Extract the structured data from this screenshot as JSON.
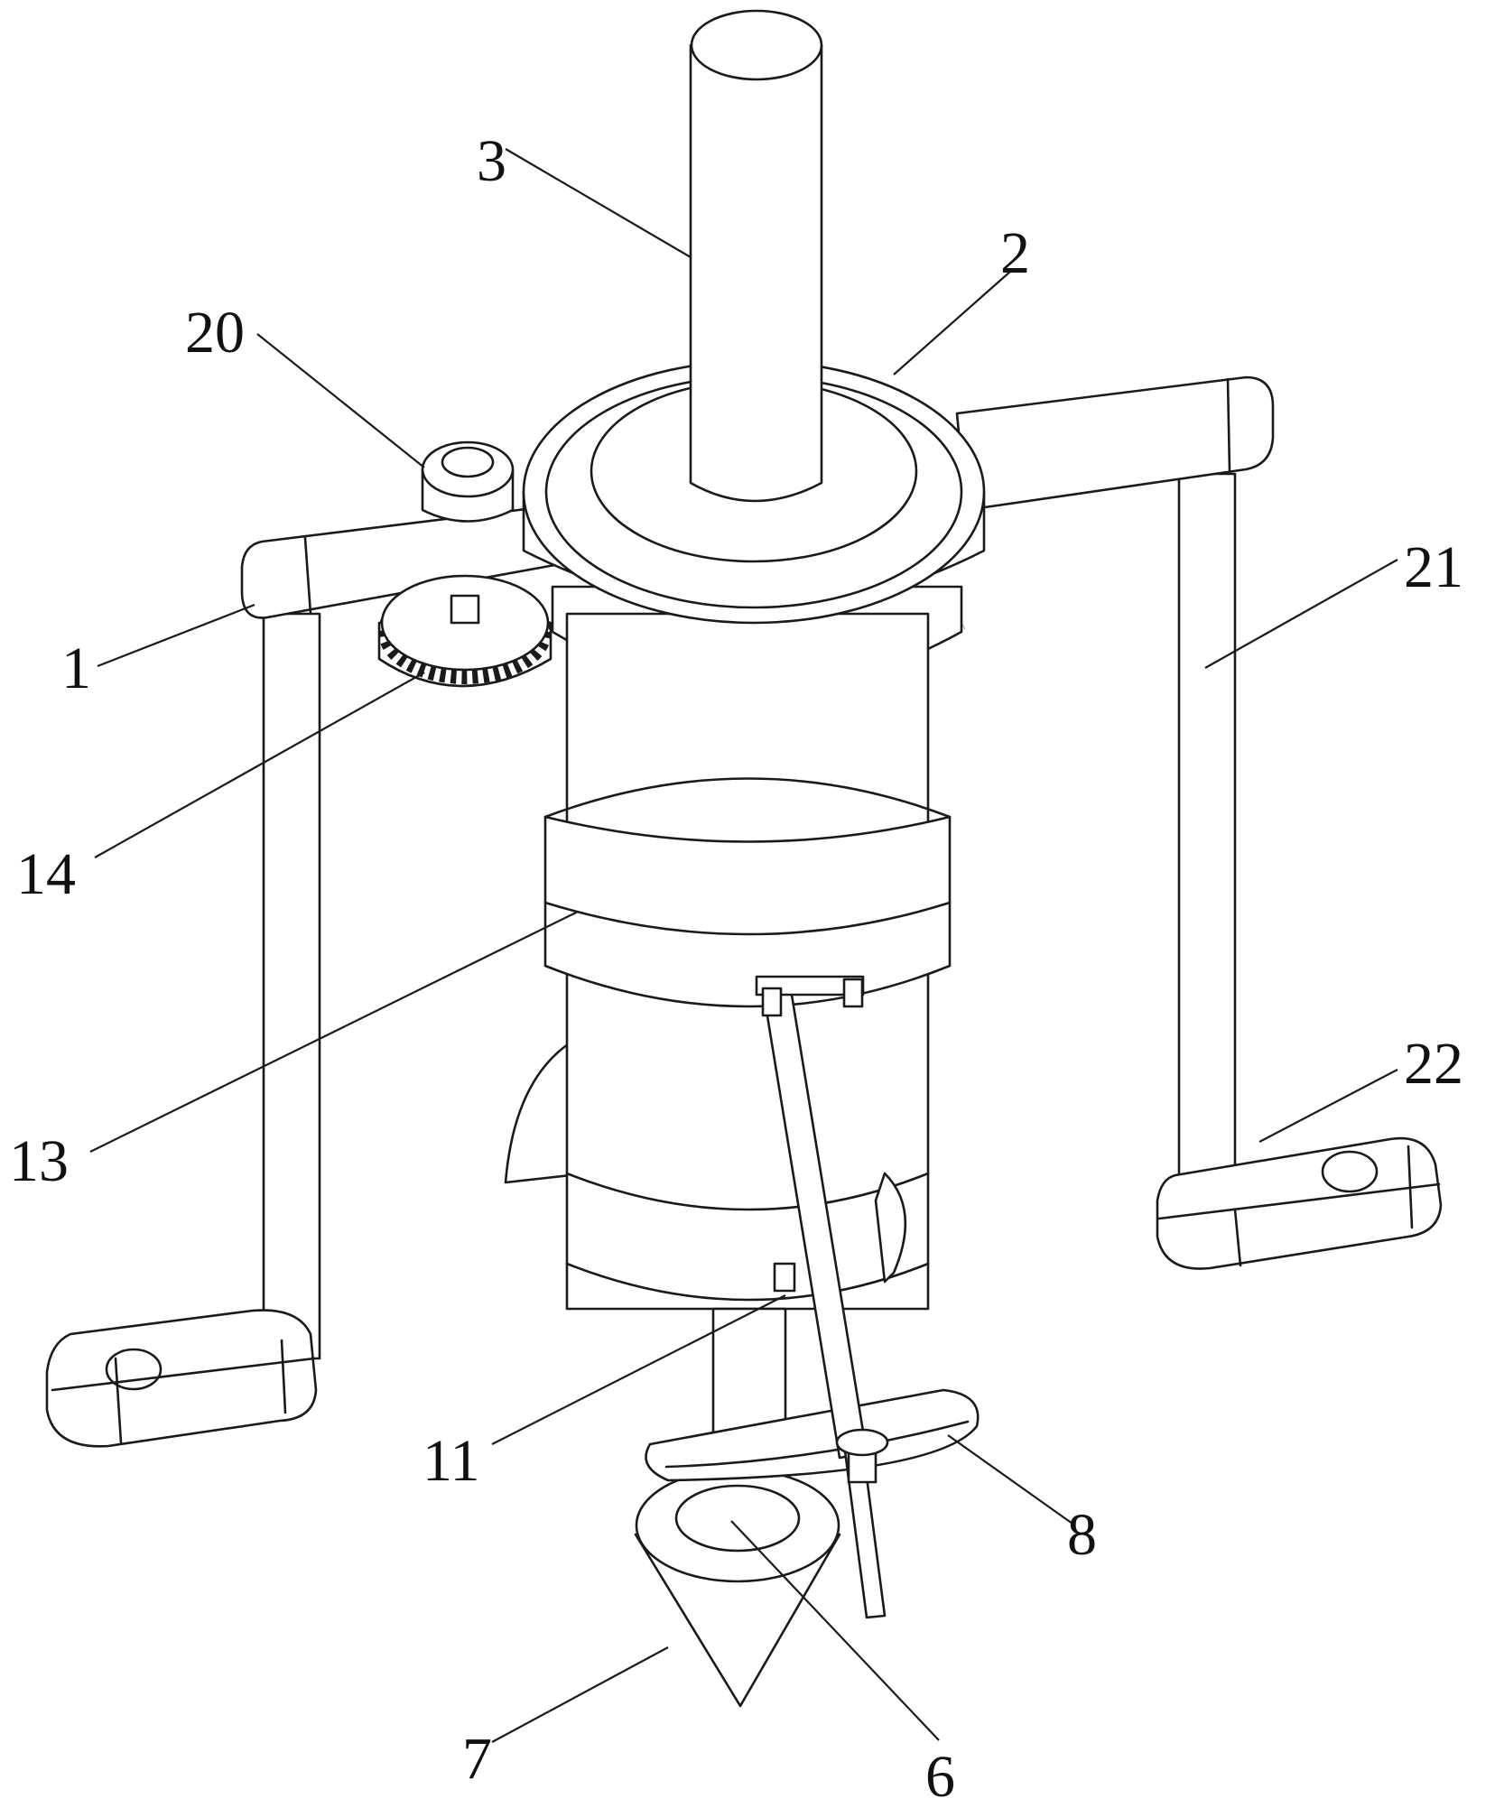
{
  "figure": {
    "labels": {
      "l1": "1",
      "l2": "2",
      "l3": "3",
      "l6": "6",
      "l7": "7",
      "l8": "8",
      "l11": "11",
      "l13": "13",
      "l14": "14",
      "l20": "20",
      "l21": "21",
      "l22": "22"
    }
  }
}
